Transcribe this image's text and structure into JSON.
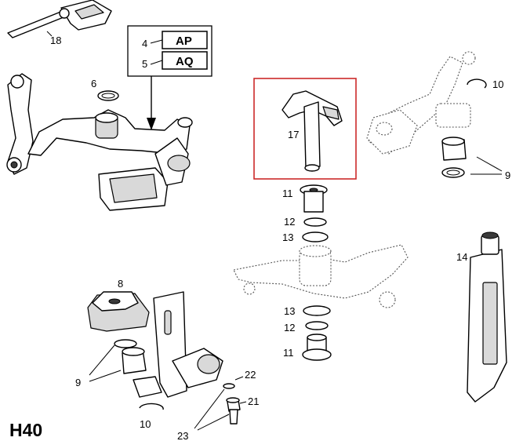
{
  "section_code": "H40",
  "callouts": {
    "c18": "18",
    "c6": "6",
    "c4": "4",
    "c5": "5",
    "c10a": "10",
    "c9a": "9",
    "c17": "17",
    "c11a": "11",
    "c12a": "12",
    "c13a": "13",
    "c13b": "13",
    "c12b": "12",
    "c11b": "11",
    "c14": "14",
    "c8": "8",
    "c9b": "9",
    "c10b": "10",
    "c22": "22",
    "c21": "21",
    "c23": "23"
  },
  "legend_box": {
    "row1_code": "AP",
    "row2_code": "AQ"
  },
  "highlight": {
    "color": "#cc2a2a",
    "part": "17"
  }
}
